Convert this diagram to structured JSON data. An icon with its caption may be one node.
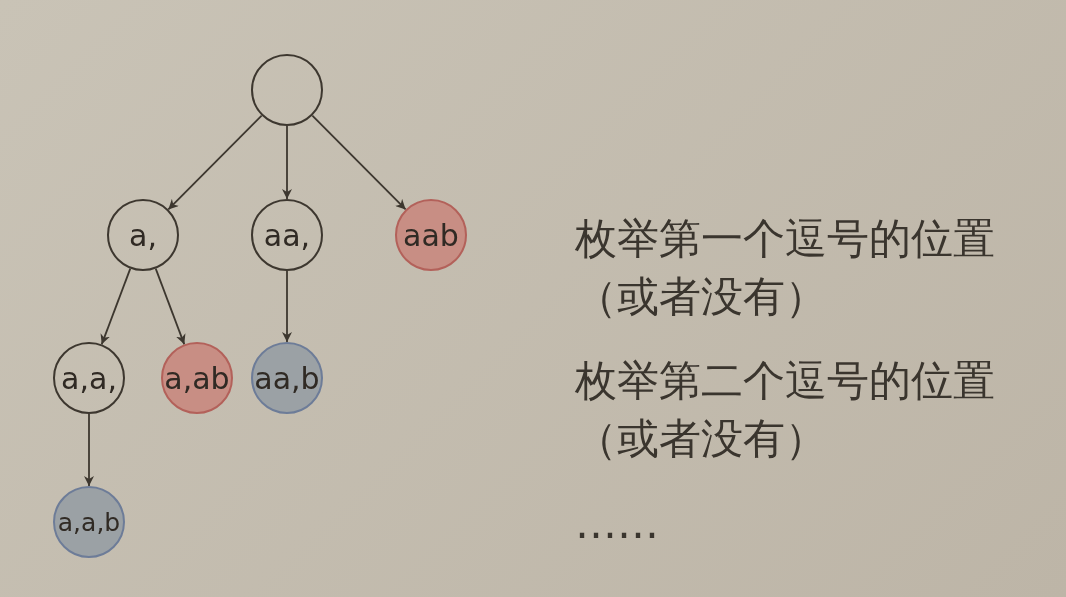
{
  "diagram": {
    "nodes": [
      {
        "text": [],
        "shape": "circle"
      },
      {
        "text": [
          "a,"
        ]
      },
      {
        "text": [
          "aa,"
        ]
      },
      {
        "text": [
          "aab"
        ]
      },
      {
        "text": [
          "a,a,"
        ]
      },
      {
        "text": [
          "a,ab"
        ]
      },
      {
        "text": [
          "aa,b"
        ]
      },
      {
        "text": [
          "a,a,b"
        ]
      }
    ],
    "edges": [
      {
        "from": 0,
        "to": 1,
        "arrow": "to"
      },
      {
        "from": 0,
        "to": 2,
        "arrow": "to"
      },
      {
        "from": 0,
        "to": 3,
        "arrow": "to"
      },
      {
        "from": 1,
        "to": 4,
        "arrow": "to"
      },
      {
        "from": 1,
        "to": 5,
        "arrow": "to"
      },
      {
        "from": 2,
        "to": 6,
        "arrow": "to"
      },
      {
        "from": 4,
        "to": 7,
        "arrow": "to"
      }
    ],
    "labels": [
      "枚举第一个逗号的位置（或者没有）",
      "枚举第二个逗号的位置（或者没有）",
      "……"
    ]
  }
}
